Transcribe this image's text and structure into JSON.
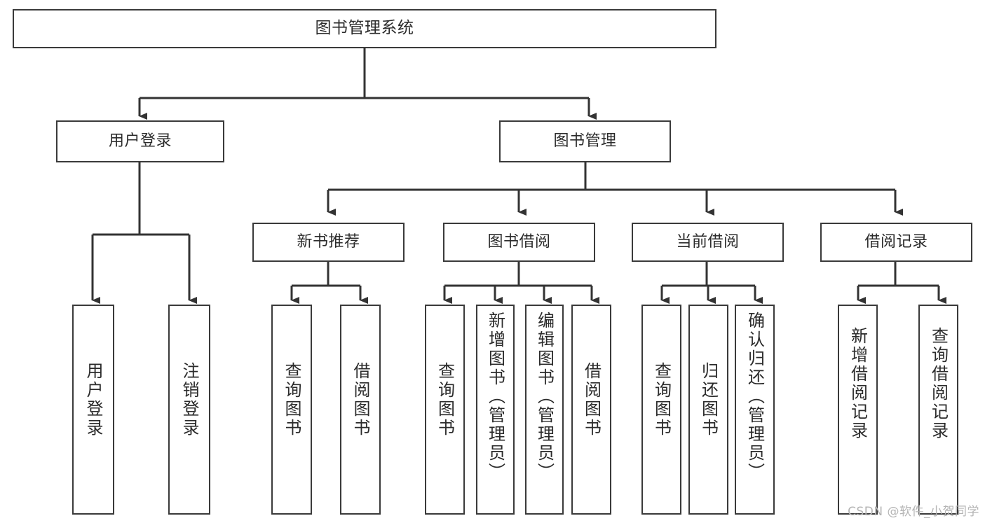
{
  "diagram": {
    "title": "图书管理系统",
    "type": "tree",
    "colors": {
      "box_border": "#3a3a3a",
      "box_fill": "#ffffff",
      "text": "#2b2b2b",
      "edge": "#333333",
      "watermark": "#b4b4b4",
      "background": "#ffffff"
    },
    "root": {
      "label": "图书管理系统"
    },
    "level2": [
      {
        "label": "用户登录"
      },
      {
        "label": "图书管理"
      }
    ],
    "level3": [
      {
        "label": "新书推荐"
      },
      {
        "label": "图书借阅"
      },
      {
        "label": "当前借阅"
      },
      {
        "label": "借阅记录"
      }
    ],
    "leaves": {
      "user_login": [
        {
          "label": "用户登录"
        },
        {
          "label": "注销登录"
        }
      ],
      "new_book_recommend": [
        {
          "label": "查询图书"
        },
        {
          "label": "借阅图书"
        }
      ],
      "book_borrow": [
        {
          "label": "查询图书"
        },
        {
          "label": "新增图书（管理员）"
        },
        {
          "label": "编辑图书（管理员）"
        },
        {
          "label": "借阅图书"
        }
      ],
      "current_borrow": [
        {
          "label": "查询图书"
        },
        {
          "label": "归还图书"
        },
        {
          "label": "确认归还（管理员）"
        }
      ],
      "borrow_record": [
        {
          "label": "新增借阅记录"
        },
        {
          "label": "查询借阅记录"
        }
      ]
    }
  },
  "watermark": {
    "text": "CSDN @软件_小贺同学"
  }
}
